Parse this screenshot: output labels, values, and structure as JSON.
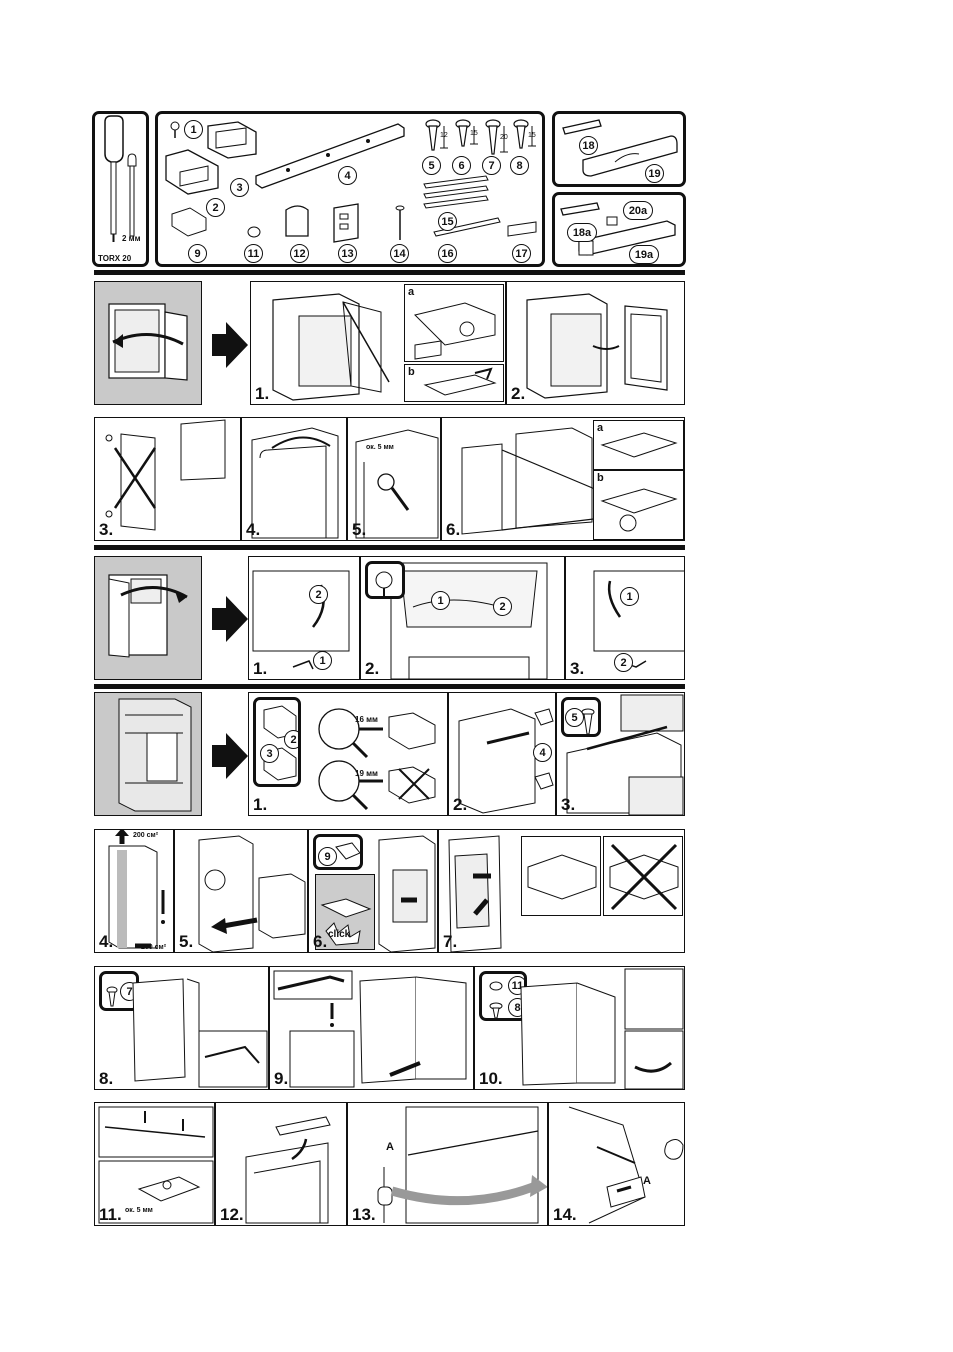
{
  "tools": {
    "torx_label": "TORX 20",
    "drill_label": "2 мм"
  },
  "parts": {
    "p1": "1",
    "p2": "2",
    "p3": "3",
    "p4": "4",
    "p5": "5",
    "p6": "6",
    "p7": "7",
    "p8": "8",
    "p9": "9",
    "p11": "11",
    "p12": "12",
    "p13": "13",
    "p14": "14",
    "p15": "15",
    "p16": "16",
    "p17": "17",
    "p18": "18",
    "p19": "19",
    "p18a": "18a",
    "p19a": "19a",
    "p20a": "20a",
    "screw_lengths": [
      "12",
      "15",
      "20",
      "15"
    ]
  },
  "row1": {
    "s1": "1.",
    "s2": "2.",
    "a": "a",
    "b": "b"
  },
  "row2": {
    "s3": "3.",
    "s4": "4.",
    "s5": "5.",
    "s6": "6.",
    "gap": "ок. 5 мм",
    "a": "a",
    "b": "b"
  },
  "row3": {
    "s1": "1.",
    "s2": "2.",
    "s3": "3.",
    "c1": "1",
    "c2": "2"
  },
  "row4": {
    "s1": "1.",
    "s2": "2.",
    "s3": "3.",
    "m16": "16 мм",
    "m19": "19 мм",
    "c2": "2",
    "c3": "3",
    "c4": "4",
    "c5": "5"
  },
  "row5": {
    "s4": "4.",
    "s5": "5.",
    "s6": "6.",
    "s7": "7.",
    "vent1": "200 см²",
    "vent2": "200 см²",
    "click": "click",
    "c9": "9"
  },
  "row6": {
    "s8": "8.",
    "s9": "9.",
    "s10": "10.",
    "c7": "7",
    "c11": "11",
    "c8": "8"
  },
  "row7": {
    "s11": "11.",
    "s12": "12.",
    "s13": "13.",
    "s14": "14.",
    "gap": "ок. 5 мм",
    "A1": "A",
    "A2": "A"
  }
}
